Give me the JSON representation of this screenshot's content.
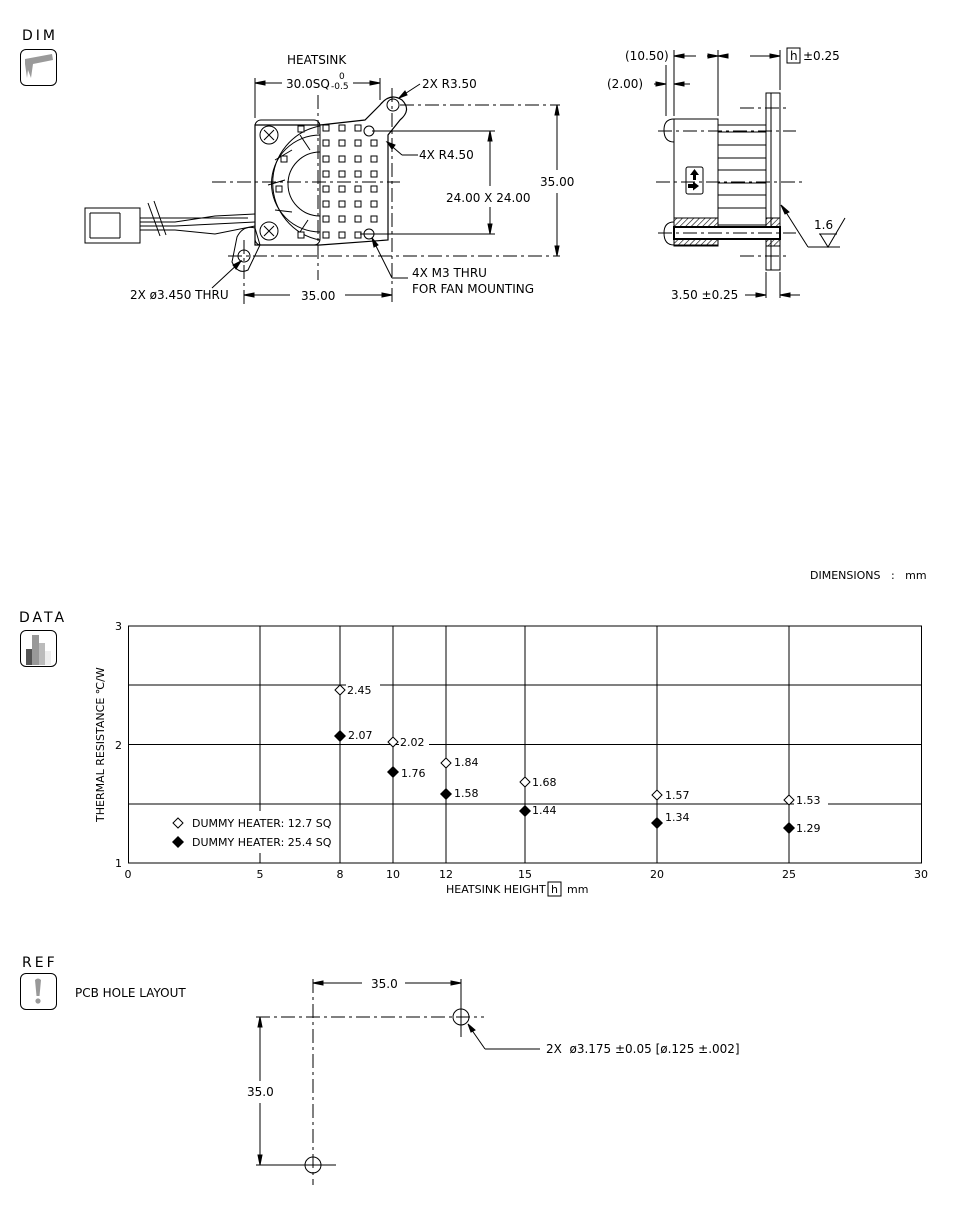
{
  "sections": {
    "dim": {
      "label": "DIM",
      "icon": "caliper-icon"
    },
    "data": {
      "label": "DATA",
      "icon": "bar-chart-icon"
    },
    "ref": {
      "label": "REF",
      "icon": "exclamation-icon",
      "title": "PCB HOLE LAYOUT"
    }
  },
  "front_view": {
    "heatsink_label": "HEATSINK",
    "heatsink_dim": "30.0SQ",
    "heatsink_tol_upper": "0",
    "heatsink_tol_lower": "-0.5",
    "callout_r350": "2X R3.50",
    "callout_r450": "4X R4.50",
    "dim_24": "24.00 X 24.00",
    "dim_35_vertical": "35.00",
    "dim_35_horizontal": "35.00",
    "callout_m3_line1": "4X M3 THRU",
    "callout_m3_line2": "FOR FAN MOUNTING",
    "callout_thru": "2X ø3.450 THRU"
  },
  "side_view": {
    "dim_1050": "(10.50)",
    "dim_200": "(2.00)",
    "dim_h_symbol": "h",
    "dim_h_tol": "±0.25",
    "dim_350": "3.50 ±0.25",
    "surface_finish": "1.6"
  },
  "units_note": "DIMENSIONS   :   mm",
  "chart_data": {
    "type": "scatter",
    "title": "",
    "xlabel": "HEATSINK HEIGHT [h] mm",
    "xlabel_text": "HEATSINK HEIGHT",
    "xlabel_symbol": "h",
    "xlabel_unit": "mm",
    "ylabel": "THERMAL RESISTANCE ℃/W",
    "xlim": [
      0,
      30
    ],
    "ylim": [
      1,
      3
    ],
    "x_ticks": [
      0,
      5,
      8,
      10,
      12,
      15,
      20,
      25,
      30
    ],
    "y_ticks": [
      1,
      2,
      3
    ],
    "grid": true,
    "legend_position": "lower-left inside",
    "series": [
      {
        "name": "DUMMY HEATER: 12.7 SQ",
        "marker": "open-diamond",
        "x": [
          8,
          10,
          12,
          15,
          20,
          25
        ],
        "values": [
          2.45,
          2.02,
          1.84,
          1.68,
          1.57,
          1.53
        ]
      },
      {
        "name": "DUMMY HEATER: 25.4 SQ",
        "marker": "filled-diamond",
        "x": [
          8,
          10,
          12,
          15,
          20,
          25
        ],
        "values": [
          2.07,
          1.76,
          1.58,
          1.44,
          1.34,
          1.29
        ]
      }
    ]
  },
  "pcb_layout": {
    "dim_horizontal": "35.0",
    "dim_vertical": "35.0",
    "hole_callout": "2X  ø3.175 ±0.05 [ø.125 ±.002]"
  }
}
